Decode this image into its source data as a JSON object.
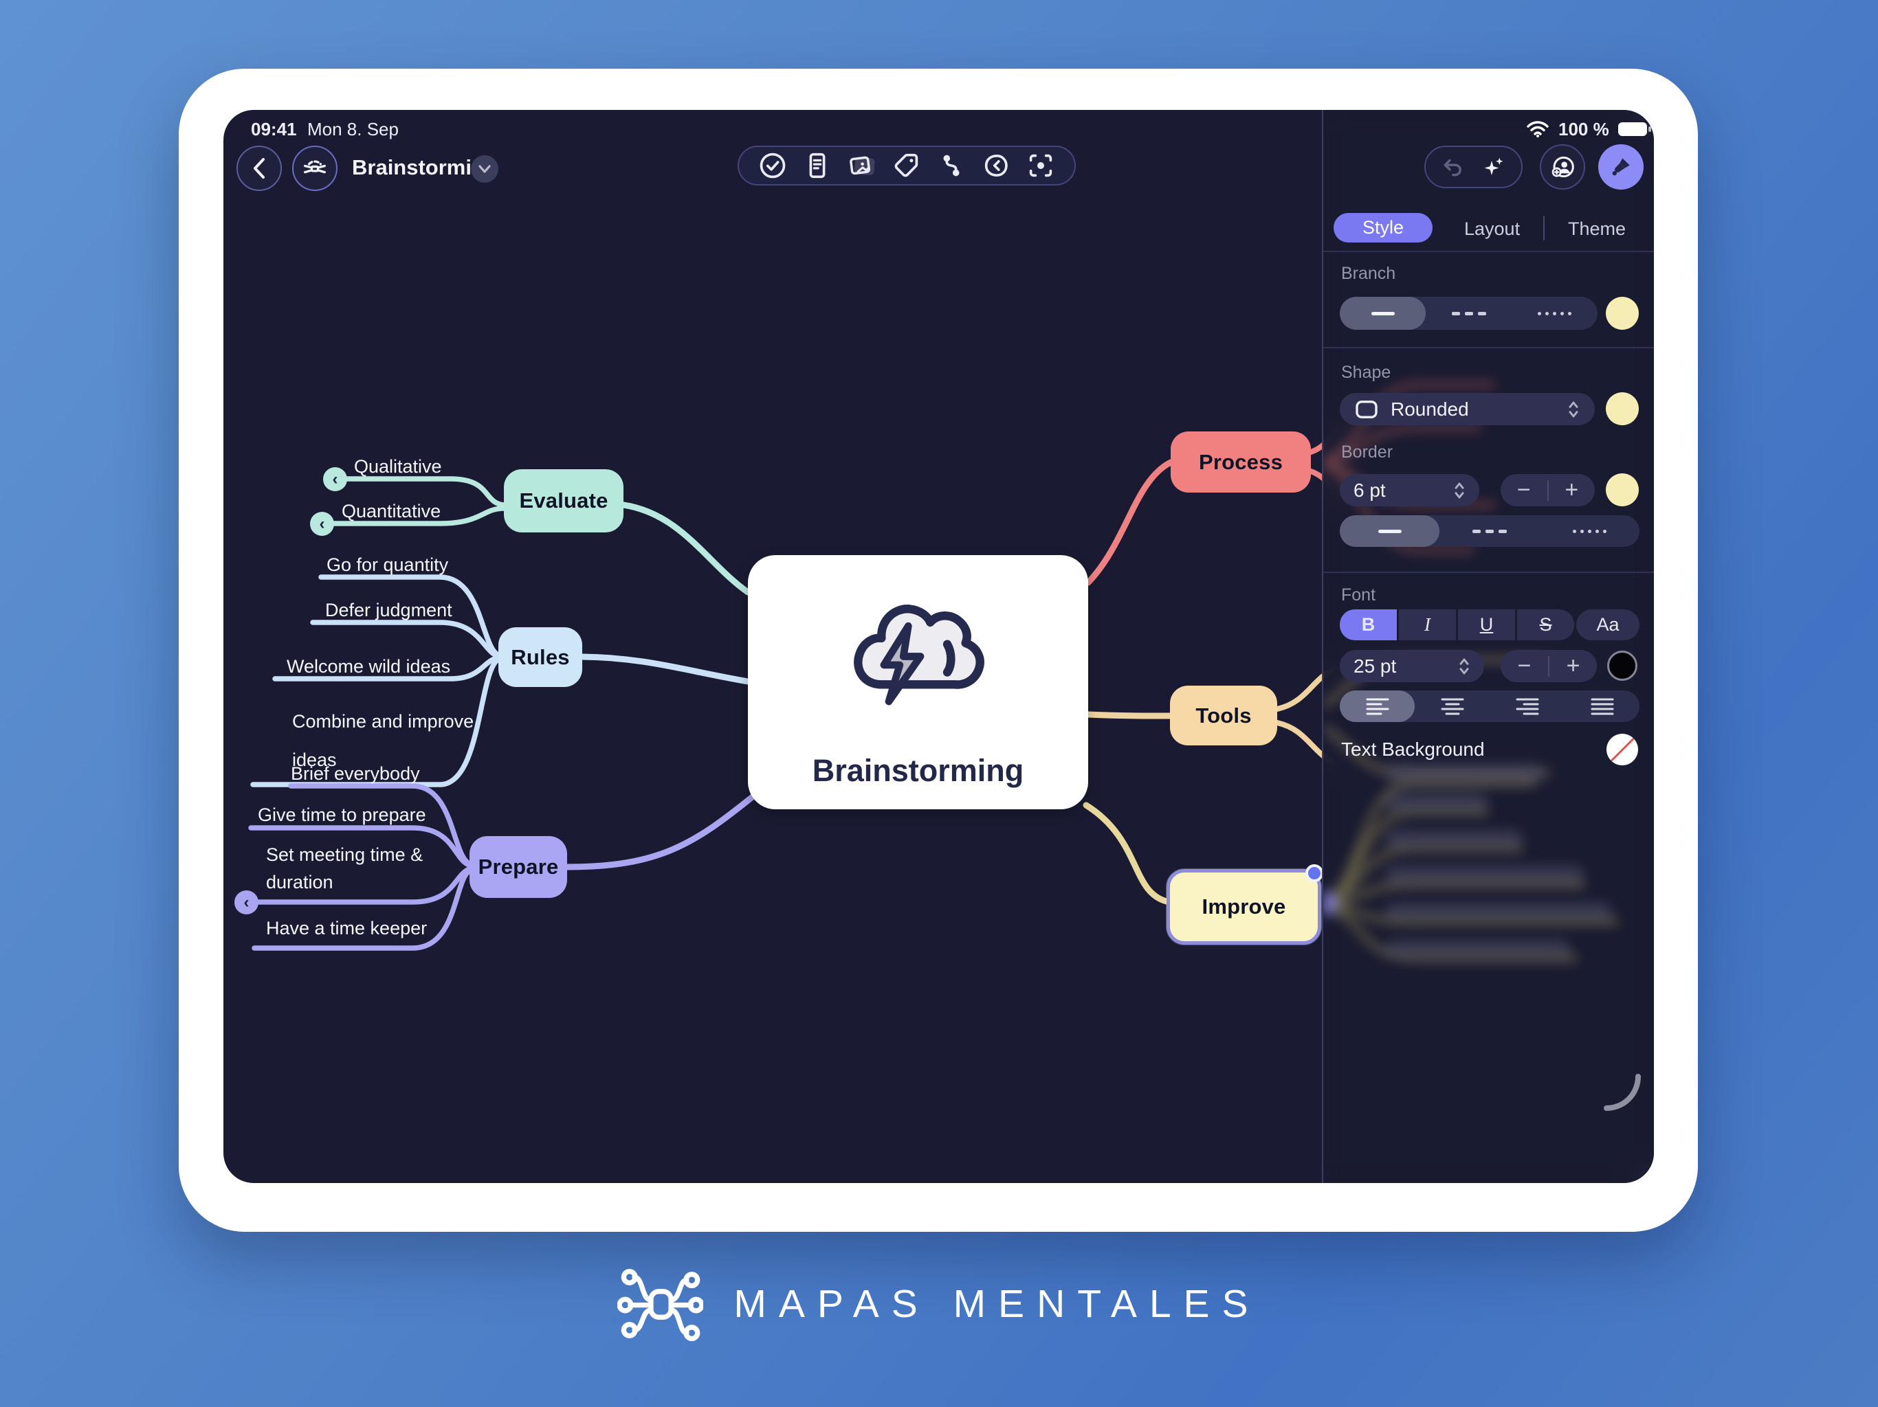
{
  "status_bar": {
    "time": "09:41",
    "date": "Mon 8. Sep",
    "battery_level": "100 %",
    "icons": [
      "wifi-icon",
      "battery-icon"
    ]
  },
  "nav": {
    "title": "Brainstorming",
    "icons": [
      "back-chevron",
      "mindmap-document",
      "title-dropdown-chevron"
    ]
  },
  "toolbar": {
    "icons": [
      "tasks-check",
      "document-outline",
      "image-library",
      "tag",
      "node-connection",
      "sticker-badge",
      "focus-scan"
    ]
  },
  "top_right": {
    "icons": [
      "undo",
      "ai-sparkle",
      "add-collaborator",
      "format-brush"
    ],
    "accent": "#8d8bf5"
  },
  "sidebar": {
    "accent": "#7b79f2",
    "tabs": [
      {
        "label": "Style",
        "selected": true
      },
      {
        "label": "Layout",
        "selected": false
      },
      {
        "label": "Theme",
        "selected": false
      }
    ],
    "branch": {
      "heading": "Branch",
      "line_styles": [
        "solid",
        "dashed",
        "dotted"
      ],
      "selected_line_style": "solid",
      "color": "#f6edb4"
    },
    "shape": {
      "heading": "Shape",
      "value": "Rounded",
      "color": "#f6edb4"
    },
    "border": {
      "heading": "Border",
      "width": "6 pt",
      "line_styles": [
        "solid",
        "dashed",
        "dotted"
      ],
      "selected_line_style": "solid",
      "color": "#f6edb4"
    },
    "font": {
      "heading": "Font",
      "bold": "B",
      "italic": "I",
      "underline": "U",
      "strikethrough": "S",
      "family_toggle": "Aa",
      "size": "25 pt",
      "color": "#000000",
      "alignments": [
        "left",
        "center",
        "right",
        "justify"
      ],
      "selected_alignment": "left",
      "selected_style": "bold"
    },
    "text_background": {
      "heading": "Text Background",
      "value": "none"
    }
  },
  "mindmap": {
    "center": {
      "label": "Brainstorming",
      "color": "#ffffff",
      "icon": "storm-cloud"
    },
    "nodes": [
      {
        "label": "Evaluate",
        "color": "#b6e8dc",
        "children": [
          "Qualitative",
          "Quantitative"
        ]
      },
      {
        "label": "Rules",
        "color": "#cfe5f8",
        "children": [
          "Go for quantity",
          "Defer judgment",
          "Welcome wild ideas",
          "Combine and improve ideas"
        ]
      },
      {
        "label": "Prepare",
        "color": "#aaa6f3",
        "children": [
          "Brief everybody",
          "Give time to prepare",
          "Set meeting time & duration",
          "Have a time keeper"
        ]
      },
      {
        "label": "Process",
        "color": "#f18181",
        "children": []
      },
      {
        "label": "Tools",
        "color": "#f7d9a8",
        "children": []
      },
      {
        "label": "Improve",
        "color": "#faf3c3",
        "children": [],
        "selected": true
      }
    ]
  },
  "footer": {
    "brand": "MAPAS MENTALES",
    "logo": "mindmap-logo"
  }
}
